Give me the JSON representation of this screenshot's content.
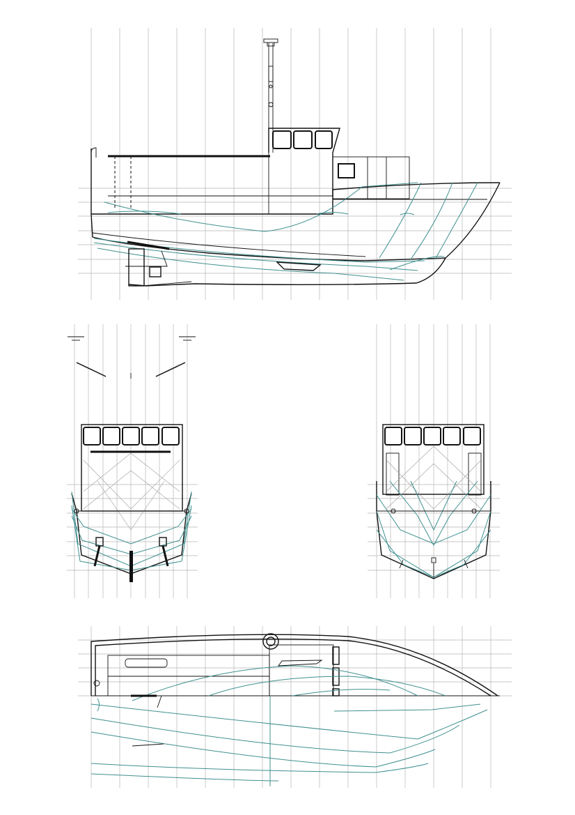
{
  "drawing": {
    "views": [
      "profile",
      "body-plan-aft",
      "body-plan-fwd",
      "half-breadth-plan"
    ],
    "colors": {
      "hull_outline": "#111111",
      "hull_lines": "#3f8f8f",
      "grid": "#b5b5b5",
      "diagonals": "#9a9a9a",
      "background": "#ffffff"
    },
    "icons": [
      "mast-icon",
      "wheelhouse-window-icon",
      "propeller-icon",
      "rudder-icon",
      "capstan-icon"
    ]
  }
}
